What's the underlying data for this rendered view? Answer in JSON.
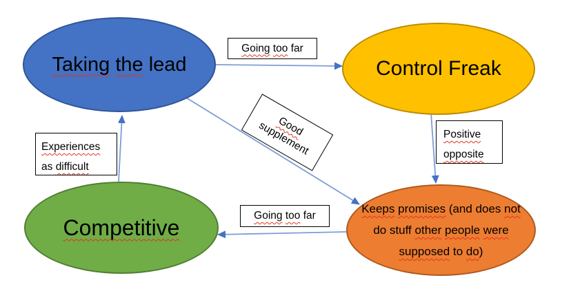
{
  "colors": {
    "background": "#ffffff",
    "node_blue_fill": "#4472C4",
    "node_blue_border": "#2F5597",
    "node_yellow_fill": "#FFC000",
    "node_yellow_border": "#BC8C00",
    "node_green_fill": "#70AD47",
    "node_green_border": "#507E32",
    "node_orange_fill": "#ED7D31",
    "node_orange_border": "#AE5A21",
    "connector_line": "#7D9DD6",
    "arrowhead": "#4472C4",
    "spellcheck_squiggle": "#E1341E",
    "label_box_bg": "#ffffff",
    "label_box_border": "#000000"
  },
  "nodes": {
    "taking_the_lead": {
      "label": "Taking the lead",
      "fill": "#4472C4",
      "lines": [
        [
          {
            "t": "Taking",
            "m": true
          },
          {
            "t": " ",
            "m": false
          },
          {
            "t": "the",
            "m": true
          },
          {
            "t": " lead",
            "m": false
          }
        ]
      ]
    },
    "control_freak": {
      "label": "Control Freak",
      "fill": "#FFC000",
      "lines": [
        [
          {
            "t": "Control Freak",
            "m": false
          }
        ]
      ]
    },
    "competitive": {
      "label": "Competitive",
      "fill": "#70AD47",
      "lines": [
        [
          {
            "t": "Competitive",
            "m": true
          }
        ]
      ]
    },
    "keeps_promises": {
      "label": "Keeps promises (and does not do stuff other people were supposed to do)",
      "fill": "#ED7D31",
      "lines": [
        [
          {
            "t": "Keeps",
            "m": true
          },
          {
            "t": " ",
            "m": false
          },
          {
            "t": "promises",
            "m": true
          },
          {
            "t": " (and does ",
            "m": false
          },
          {
            "t": "not",
            "m": true
          }
        ],
        [
          {
            "t": "do stuff ",
            "m": false
          },
          {
            "t": "other",
            "m": true
          },
          {
            "t": " ",
            "m": false
          },
          {
            "t": "people",
            "m": true
          },
          {
            "t": " ",
            "m": false
          },
          {
            "t": "were",
            "m": true
          }
        ],
        [
          {
            "t": "supposed",
            "m": true
          },
          {
            "t": " to ",
            "m": false
          },
          {
            "t": "do",
            "m": true
          },
          {
            "t": ")",
            "m": false
          }
        ]
      ]
    }
  },
  "edge_labels": {
    "going_too_far_top": {
      "label": "Going too far",
      "lines": [
        [
          {
            "t": "Going",
            "m": true
          },
          {
            "t": " ",
            "m": false
          },
          {
            "t": "too",
            "m": true
          },
          {
            "t": " far",
            "m": false
          }
        ]
      ]
    },
    "good_supplement": {
      "label": "Good supplement",
      "rotation_deg": 30,
      "lines": [
        [
          {
            "t": "Good",
            "m": true
          }
        ],
        [
          {
            "t": "supplement",
            "m": false
          }
        ]
      ]
    },
    "positive_opposite": {
      "label": "Positive opposite",
      "lines": [
        [
          {
            "t": "Positive",
            "m": true
          }
        ],
        [
          {
            "t": "opposite",
            "m": true
          }
        ]
      ]
    },
    "experiences_as_difficult": {
      "label": "Experiences as difficult",
      "lines": [
        [
          {
            "t": "Experiences",
            "m": true
          }
        ],
        [
          {
            "t": "as ",
            "m": false
          },
          {
            "t": "difficult",
            "m": true
          }
        ]
      ]
    },
    "going_too_far_bottom": {
      "label": "Going too far",
      "lines": [
        [
          {
            "t": "Going",
            "m": true
          },
          {
            "t": " ",
            "m": false
          },
          {
            "t": "too",
            "m": true
          },
          {
            "t": " far",
            "m": false
          }
        ]
      ]
    }
  },
  "edges": [
    {
      "from": "taking_the_lead",
      "to": "control_freak",
      "label": "Going too far"
    },
    {
      "from": "control_freak",
      "to": "keeps_promises",
      "label": "Positive opposite"
    },
    {
      "from": "taking_the_lead",
      "to": "keeps_promises",
      "label": "Good supplement"
    },
    {
      "from": "keeps_promises",
      "to": "competitive",
      "label": "Going too far"
    },
    {
      "from": "competitive",
      "to": "taking_the_lead",
      "label": "Experiences as difficult"
    }
  ]
}
